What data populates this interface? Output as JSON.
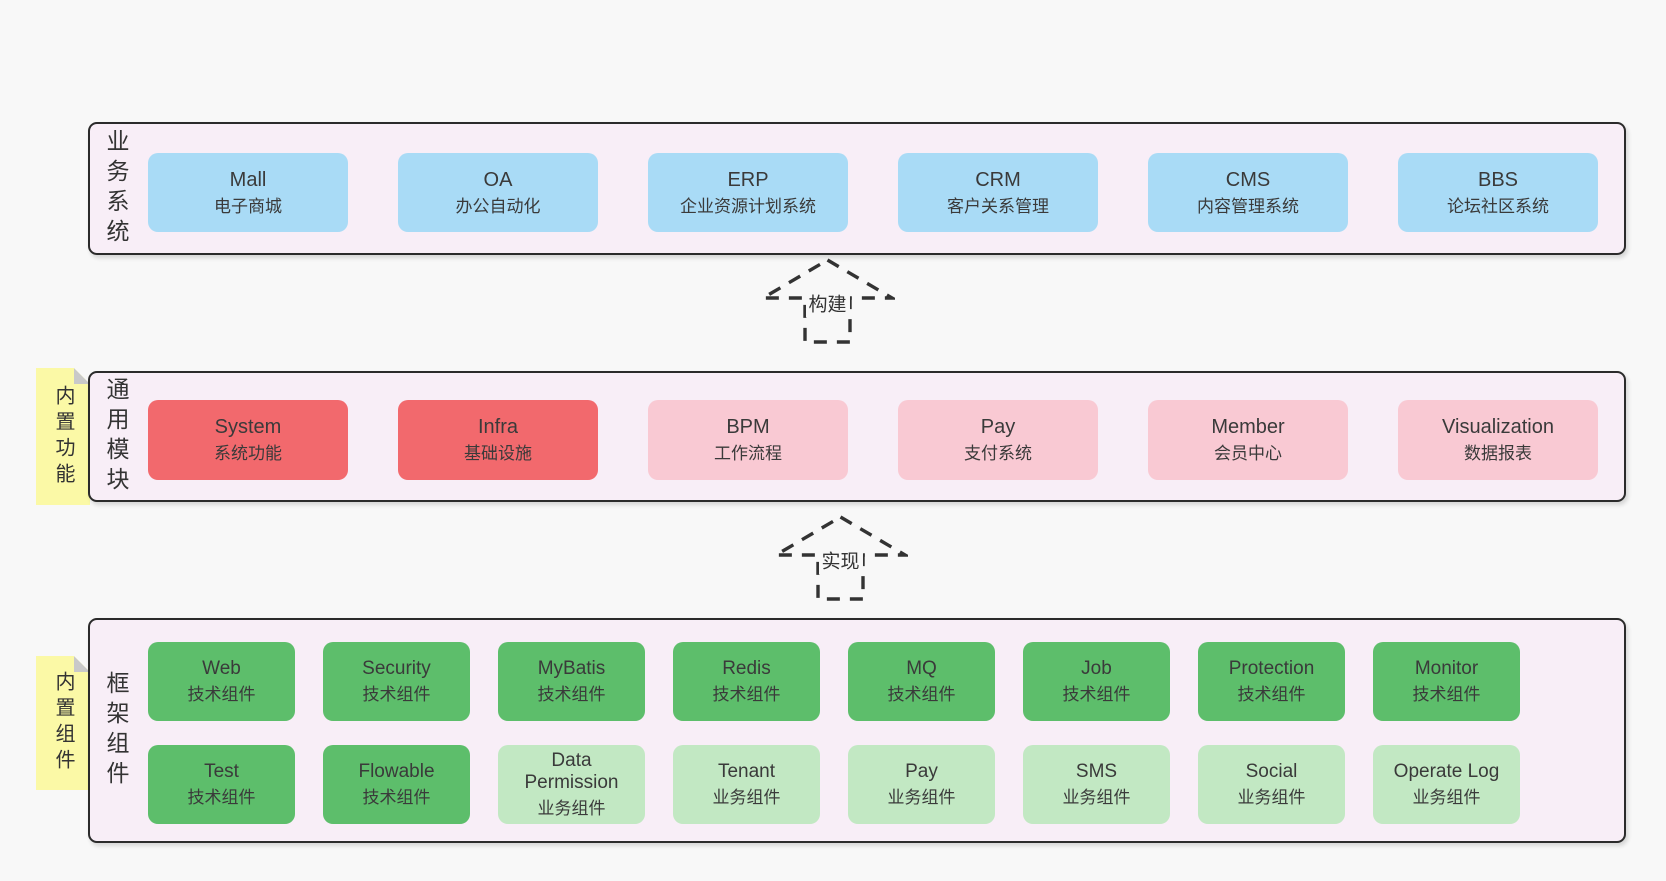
{
  "diagram": {
    "sections": [
      {
        "label": "业务系统",
        "boxes": [
          {
            "name": "Mall",
            "desc": "电子商城"
          },
          {
            "name": "OA",
            "desc": "办公自动化"
          },
          {
            "name": "ERP",
            "desc": "企业资源计划系统"
          },
          {
            "name": "CRM",
            "desc": "客户关系管理"
          },
          {
            "name": "CMS",
            "desc": "内容管理系统"
          },
          {
            "name": "BBS",
            "desc": "论坛社区系统"
          }
        ]
      },
      {
        "label": "通用模块",
        "note": "内置功能",
        "boxes": [
          {
            "name": "System",
            "desc": "系统功能"
          },
          {
            "name": "Infra",
            "desc": "基础设施"
          },
          {
            "name": "BPM",
            "desc": "工作流程"
          },
          {
            "name": "Pay",
            "desc": "支付系统"
          },
          {
            "name": "Member",
            "desc": "会员中心"
          },
          {
            "name": "Visualization",
            "desc": "数据报表"
          }
        ]
      },
      {
        "label": "框架组件",
        "note": "内置组件",
        "rows": [
          [
            {
              "name": "Web",
              "desc": "技术组件"
            },
            {
              "name": "Security",
              "desc": "技术组件"
            },
            {
              "name": "MyBatis",
              "desc": "技术组件"
            },
            {
              "name": "Redis",
              "desc": "技术组件"
            },
            {
              "name": "MQ",
              "desc": "技术组件"
            },
            {
              "name": "Job",
              "desc": "技术组件"
            },
            {
              "name": "Protection",
              "desc": "技术组件"
            },
            {
              "name": "Monitor",
              "desc": "技术组件"
            }
          ],
          [
            {
              "name": "Test",
              "desc": "技术组件"
            },
            {
              "name": "Flowable",
              "desc": "技术组件"
            },
            {
              "name": "Data Permission",
              "desc": "业务组件"
            },
            {
              "name": "Tenant",
              "desc": "业务组件"
            },
            {
              "name": "Pay",
              "desc": "业务组件"
            },
            {
              "name": "SMS",
              "desc": "业务组件"
            },
            {
              "name": "Social",
              "desc": "业务组件"
            },
            {
              "name": "Operate Log",
              "desc": "业务组件"
            }
          ]
        ]
      }
    ],
    "arrows": [
      {
        "label": "构建"
      },
      {
        "label": "实现"
      }
    ],
    "colors": {
      "page_bg": "#f8f8f8",
      "section_bg": "#f8eef7",
      "section_border": "#2b2b2b",
      "business_box": "#a9dbf6",
      "core_module_box": "#f2696d",
      "module_box": "#f9c9d3",
      "tech_component_box": "#5dbe6b",
      "biz_component_box": "#c2e8c3",
      "note_bg": "#fbf9a6",
      "note_fold": "#c9c9c9",
      "text": "#333333"
    }
  }
}
